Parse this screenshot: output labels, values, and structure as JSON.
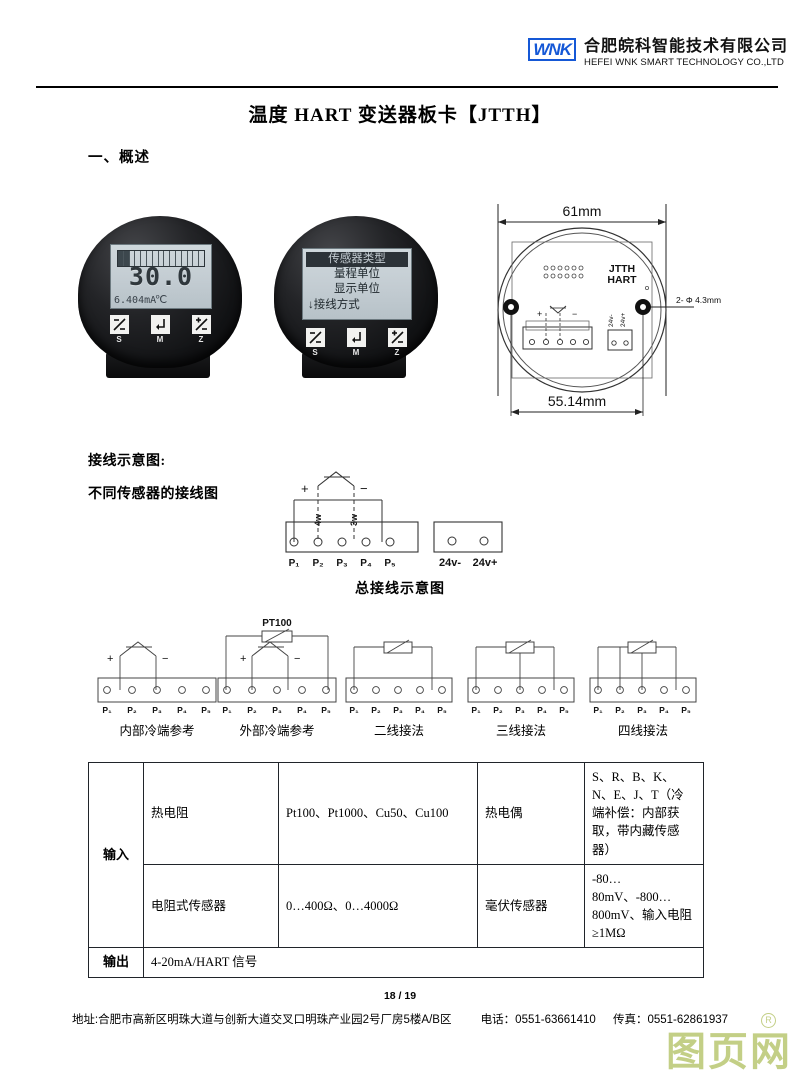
{
  "header": {
    "logo_text": "WNK",
    "company_cn": "合肥皖科智能技术有限公司",
    "company_en": "HEFEI WNK SMART TECHNOLOGY CO.,LTD"
  },
  "doc": {
    "title": "温度 HART 变送器板卡【JTTH】",
    "section_title": "一、概述"
  },
  "device1": {
    "lcd_value": "30.0",
    "lcd_current": "6.404mA",
    "lcd_unit": "℃",
    "bar_segments": 15,
    "bar_filled": 2,
    "keys": [
      "S",
      "M",
      "Z"
    ]
  },
  "device2": {
    "menu": [
      "传感器类型",
      "量程单位",
      "显示单位",
      "↓接线方式"
    ],
    "selected_index": 0,
    "keys": [
      "S",
      "M",
      "Z"
    ]
  },
  "dimension_drawing": {
    "width_top": "61mm",
    "width_bottom": "55.14mm",
    "board_label_line1": "JTTH",
    "board_label_line2": "HART",
    "hole_callout": "2- Φ 4.3mm",
    "power_terminals": [
      "24v-",
      "24v+"
    ],
    "sensor_plus": "+",
    "sensor_minus": "−"
  },
  "wiring": {
    "label1": "接线示意图:",
    "label2": "不同传感器的接线图",
    "main_caption": "总接线示意图",
    "main_terminals": [
      "P₁",
      "P₂",
      "P₃",
      "P₄",
      "P₅"
    ],
    "main_wire_labels": [
      "4w",
      "3w"
    ],
    "main_polarity": [
      "+",
      "−"
    ],
    "power_terminals": [
      "24v-",
      "24v+"
    ],
    "diagrams": [
      {
        "caption": "内部冷端参考",
        "terminals": [
          "P₁",
          "P₂",
          "P₃",
          "P₄",
          "P₅"
        ],
        "top_label": ""
      },
      {
        "caption": "外部冷端参考",
        "terminals": [
          "P₁",
          "P₂",
          "P₃",
          "P₄",
          "P₅"
        ],
        "top_label": "PT100"
      },
      {
        "caption": "二线接法",
        "terminals": [
          "P₁",
          "P₂",
          "P₃",
          "P₄",
          "P₅"
        ],
        "top_label": ""
      },
      {
        "caption": "三线接法",
        "terminals": [
          "P₁",
          "P₂",
          "P₃",
          "P₄",
          "P₅"
        ],
        "top_label": ""
      },
      {
        "caption": "四线接法",
        "terminals": [
          "P₁",
          "P₂",
          "P₃",
          "P₄",
          "P₅"
        ],
        "top_label": ""
      }
    ]
  },
  "spec_table": {
    "input_label": "输入",
    "output_label": "输出",
    "rows": [
      {
        "name1": "热电阻",
        "val1": "Pt100、Pt1000、Cu50、Cu100",
        "name2": "热电偶",
        "val2": "S、R、B、K、N、E、J、T（冷端补偿：内部获取，带内藏传感器）"
      },
      {
        "name1": "电阻式传感器",
        "val1": "0…400Ω、0…4000Ω",
        "name2": "毫伏传感器",
        "val2": "-80…80mV、-800…800mV、输入电阻≥1MΩ"
      }
    ],
    "output_value": "4-20mA/HART 信号"
  },
  "footer": {
    "page": "18 / 19",
    "address": "地址:合肥市高新区明珠大道与创新大道交叉口明珠产业园2号厂房5楼A/B区",
    "phone": "电话：0551-63661410",
    "fax": "传真：0551-62861937",
    "watermark": "图页网"
  }
}
